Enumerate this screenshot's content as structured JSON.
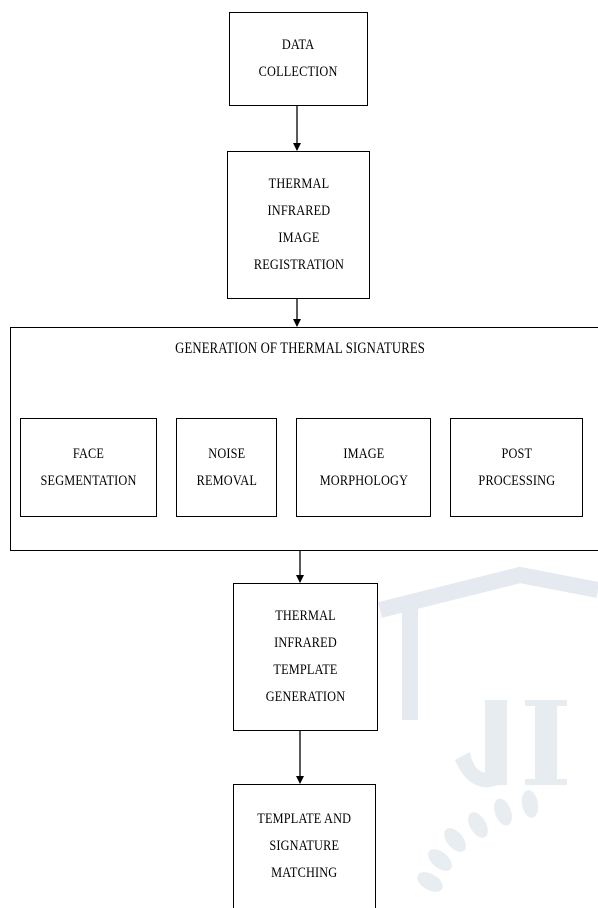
{
  "steps": {
    "data_collection": "DATA\nCOLLECTION",
    "registration": "THERMAL\nINFRARED\nIMAGE\nREGISTRATION",
    "template_generation": "THERMAL\nINFRARED\nTEMPLATE\nGENERATION",
    "matching": "TEMPLATE AND\nSIGNATURE\nMATCHING"
  },
  "group": {
    "title": "GENERATION OF THERMAL SIGNATURES",
    "substeps": {
      "face_segmentation": "FACE\nSEGMENTATION",
      "noise_removal": "NOISE\nREMOVAL",
      "image_morphology": "IMAGE\nMORPHOLOGY",
      "post_processing": "POST\nPROCESSING"
    }
  },
  "colors": {
    "line": "#000000",
    "watermark": "#e3e9ee"
  }
}
